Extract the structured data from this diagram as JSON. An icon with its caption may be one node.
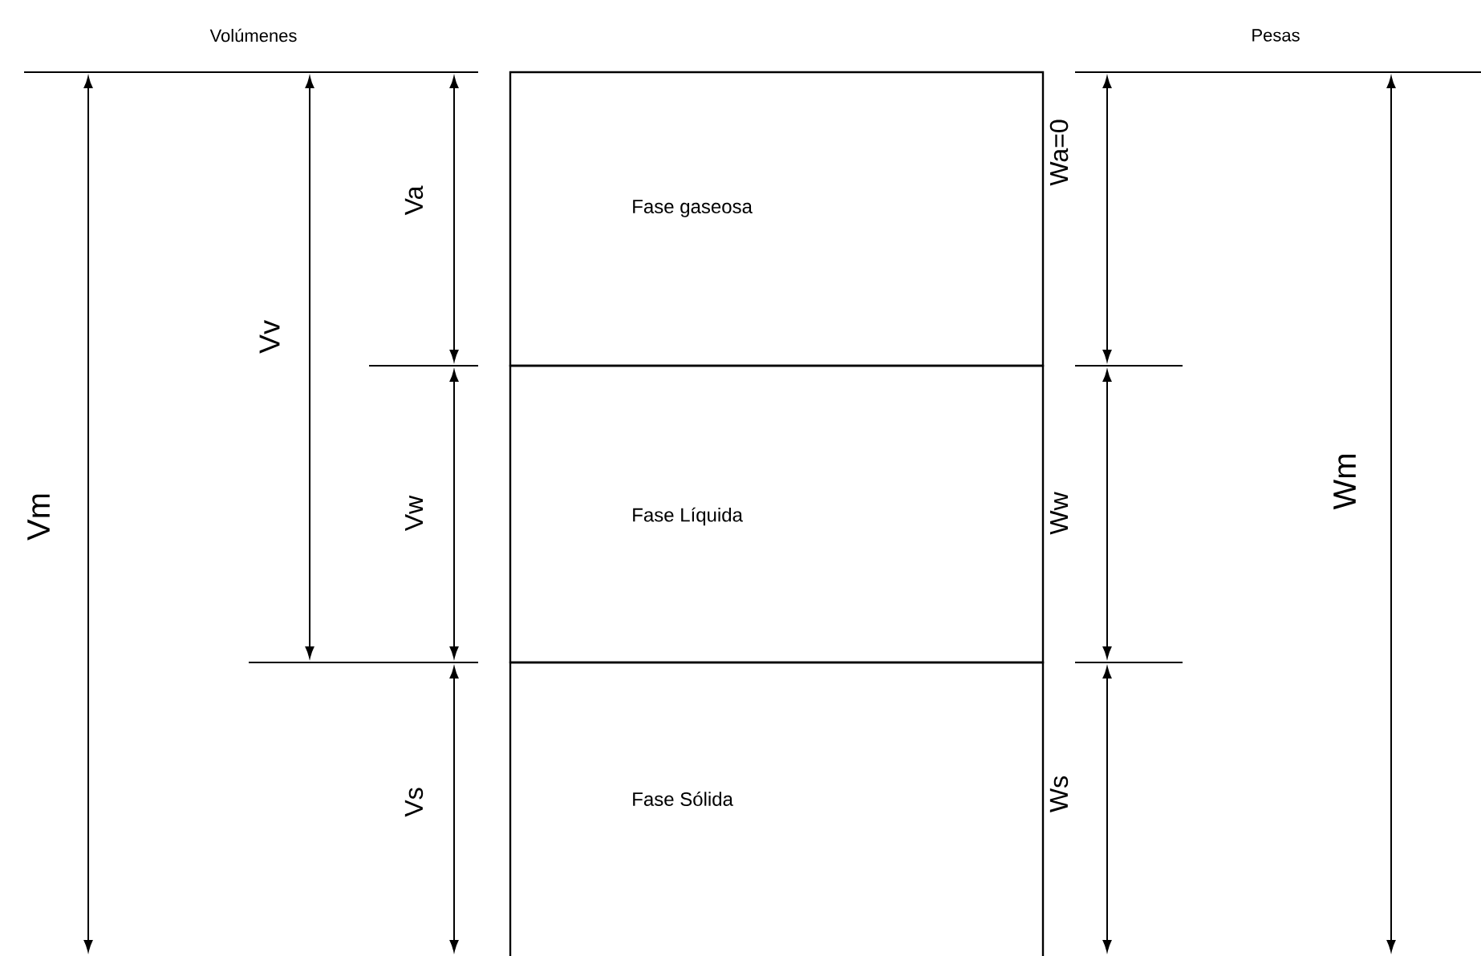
{
  "diagram": {
    "nodes": [
      {
        "text": [
          "Fase gaseosa"
        ]
      },
      {
        "text": [
          "Fase Líquida"
        ]
      },
      {
        "text": [
          "Fase Sólida"
        ]
      }
    ],
    "labels": [
      "Volúmenes",
      "Pesas",
      "Va",
      "Wa=0",
      "Vv",
      "Vm",
      "Vw",
      "Ww",
      "Wm",
      "Vs",
      "Ws"
    ]
  }
}
